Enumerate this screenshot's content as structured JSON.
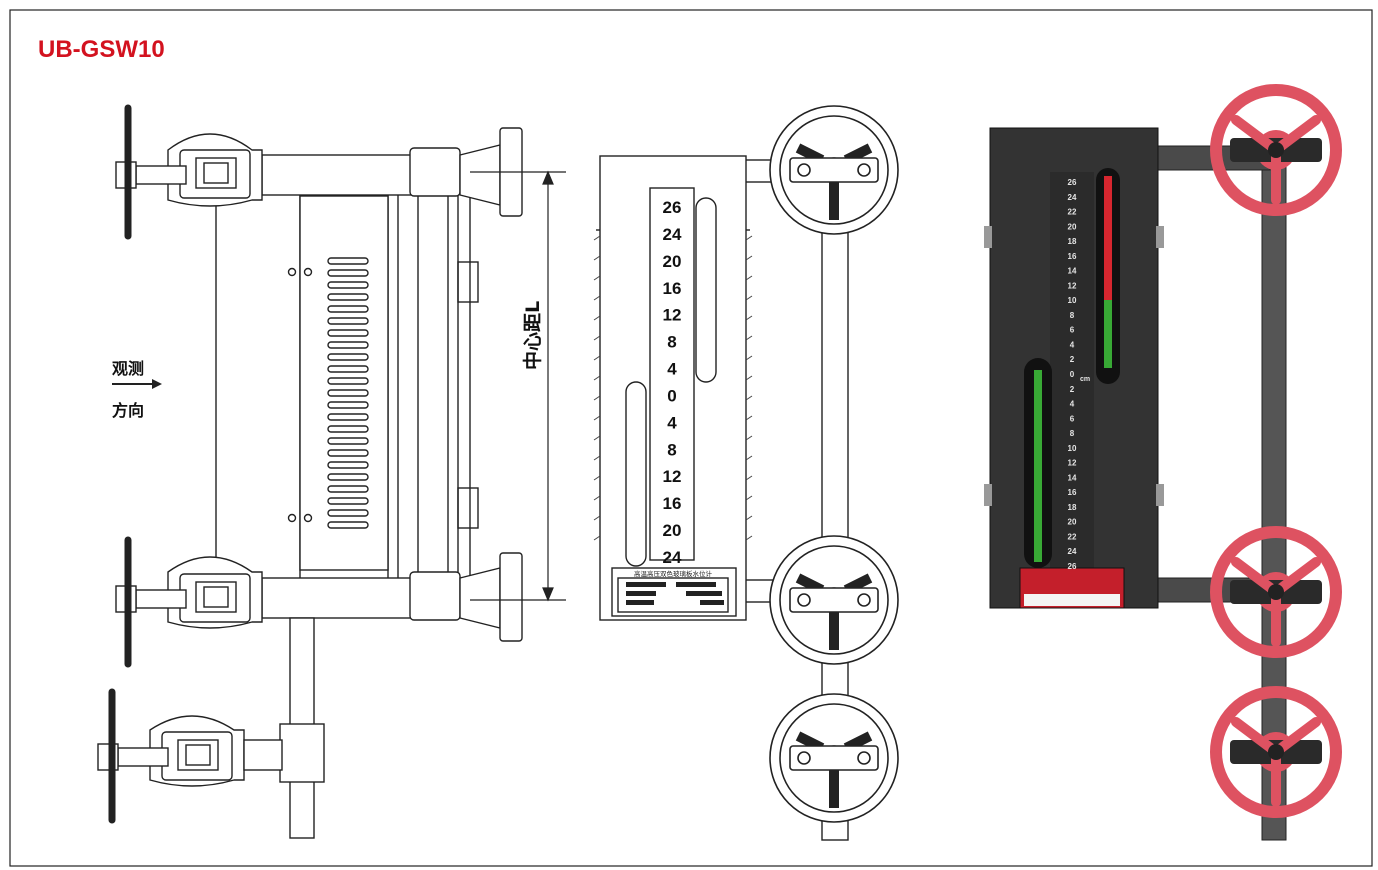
{
  "title": "UB-GSW10",
  "observe": {
    "line1": "观测",
    "line2": "方向"
  },
  "dimension_label": "中心距L",
  "scale_white": {
    "upper": [
      "26",
      "24",
      "20",
      "16",
      "12",
      "8",
      "4"
    ],
    "zero": "0",
    "lower": [
      "4",
      "8",
      "12",
      "16",
      "20",
      "24"
    ]
  },
  "scale_black": {
    "upper": [
      "26",
      "24",
      "22",
      "20",
      "18",
      "16",
      "14",
      "12",
      "10",
      "8",
      "6",
      "4",
      "2"
    ],
    "zero": "0",
    "unit": "cm",
    "lower": [
      "2",
      "4",
      "6",
      "8",
      "10",
      "12",
      "14",
      "16",
      "18",
      "20",
      "22",
      "24",
      "26"
    ]
  },
  "nameplate_title": "高温高压双色玻璃板水位计",
  "colors": {
    "title": "#d3121f",
    "red_fill": "#d7262f",
    "green_fill": "#38a935",
    "handwheel": "#de5261",
    "dark_body": "#333333",
    "outline": "#222222"
  }
}
